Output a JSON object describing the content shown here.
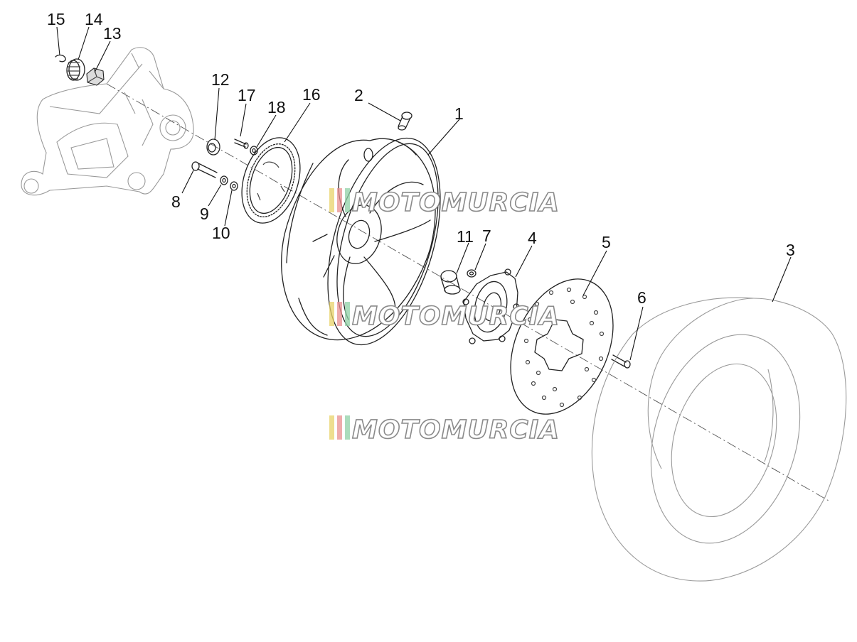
{
  "watermark": {
    "text": "MOTOMURCIA",
    "stripe_colors": [
      "#e8d36a",
      "#e88f8f",
      "#8fd0a6"
    ]
  },
  "callouts": [
    "15",
    "14",
    "13",
    "12",
    "17",
    "18",
    "16",
    "2",
    "1",
    "8",
    "9",
    "10",
    "11",
    "7",
    "4",
    "5",
    "3",
    "6"
  ]
}
